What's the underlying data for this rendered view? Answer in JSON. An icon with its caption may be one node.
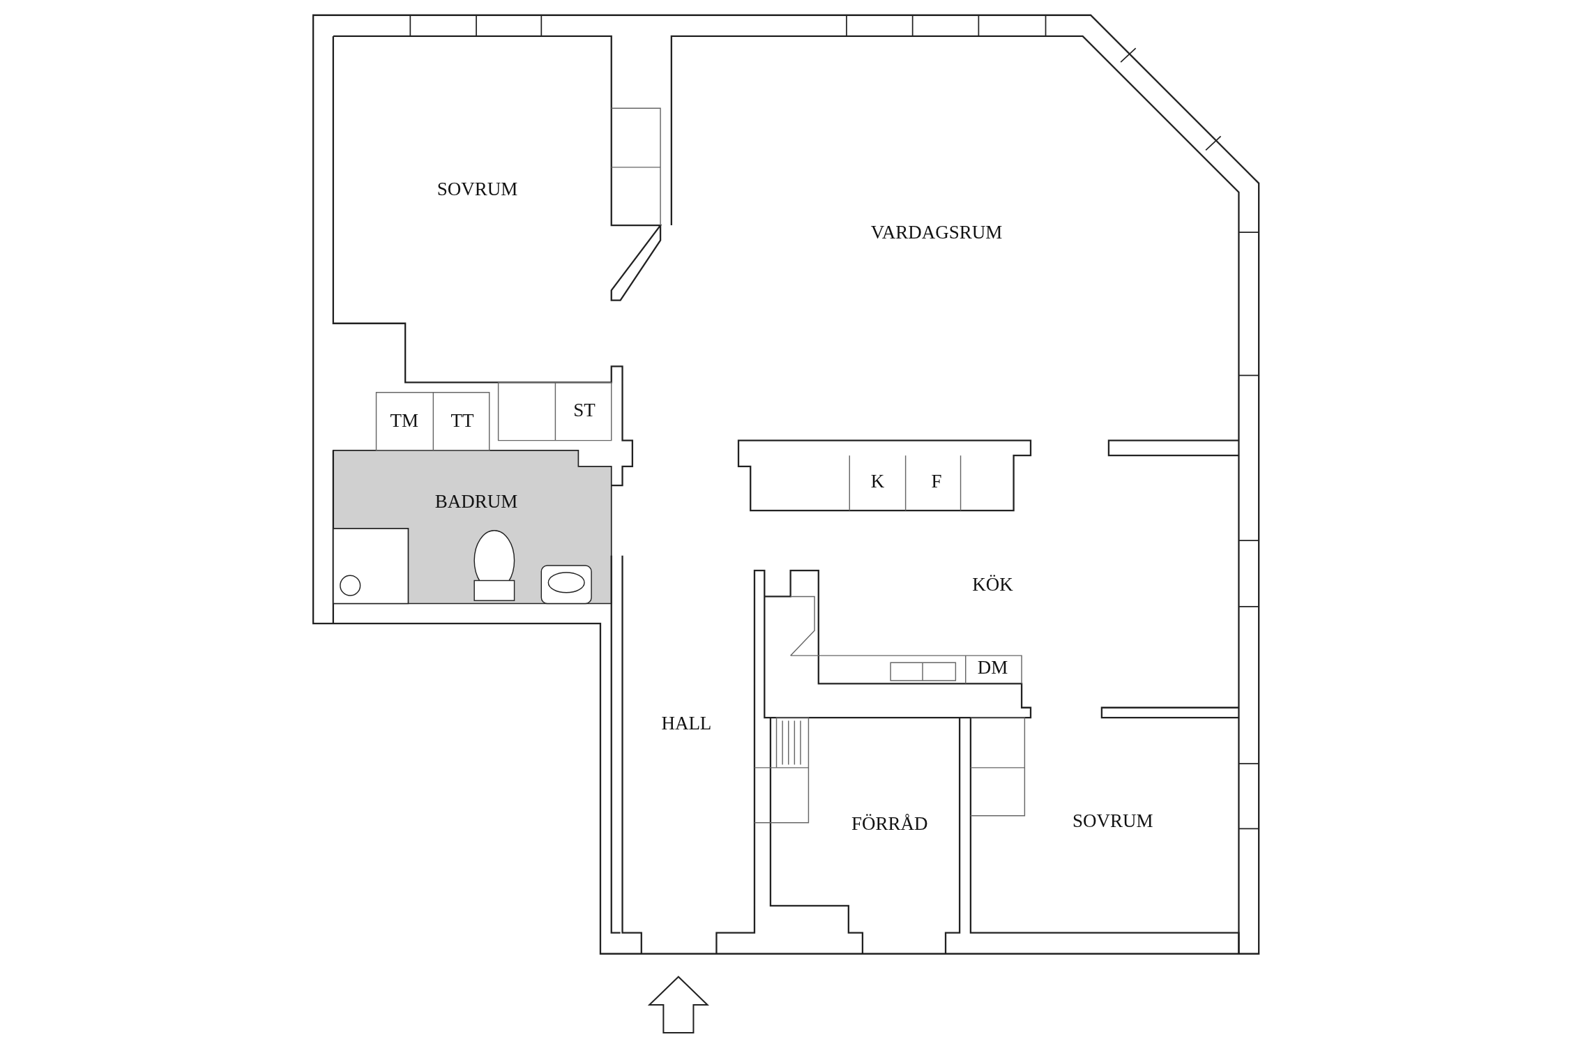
{
  "diagram": {
    "labels": [
      "SOVRUM",
      "VARDAGSRUM",
      "TM",
      "TT",
      "ST",
      "BADRUM",
      "K",
      "F",
      "KÖK",
      "DM",
      "HALL",
      "FÖRRÅD",
      "SOVRUM"
    ]
  }
}
